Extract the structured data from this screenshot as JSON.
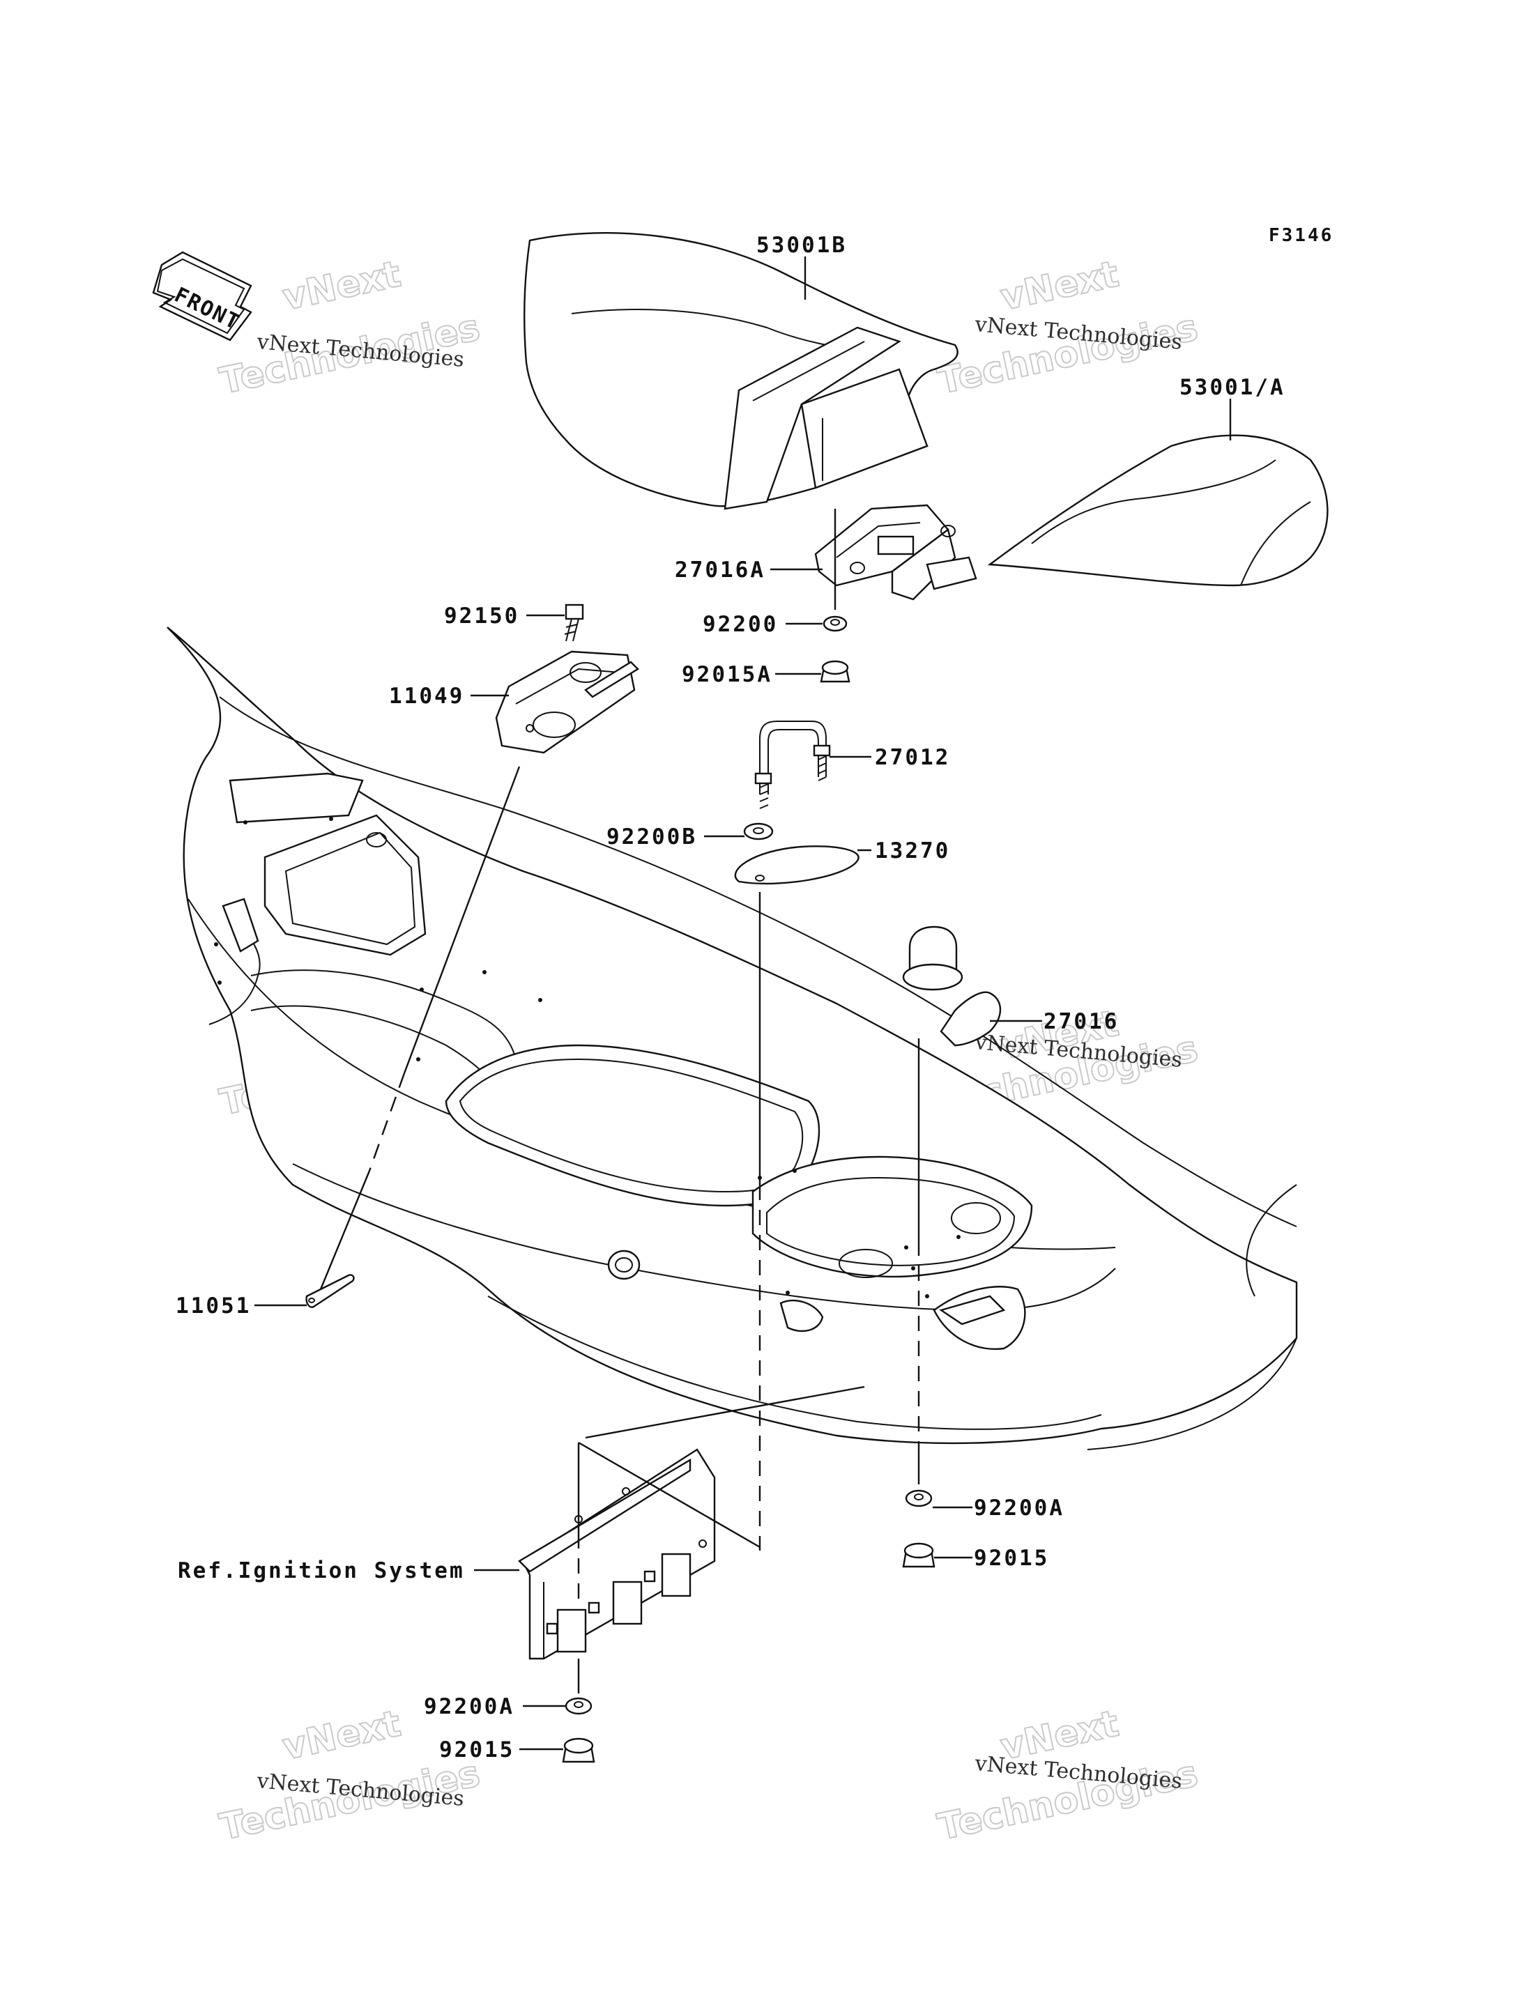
{
  "diagram": {
    "figure_code": "F3146",
    "front_label": "FRONT",
    "ref_label": "Ref.Ignition System",
    "parts": {
      "p53001B": "53001B",
      "p53001A": "53001/A",
      "p27016A": "27016A",
      "p92200": "92200",
      "p92015A": "92015A",
      "p27012": "27012",
      "p92200B": "92200B",
      "p13270": "13270",
      "p92150": "92150",
      "p11049": "11049",
      "p27016": "27016",
      "p11051": "11051",
      "p92200A_right": "92200A",
      "p92015_right": "92015",
      "p92200A_left": "92200A",
      "p92015_left": "92015"
    },
    "watermark": {
      "line1": "vNext",
      "line2": "vNext Technologies",
      "line3": "Technologies"
    }
  }
}
